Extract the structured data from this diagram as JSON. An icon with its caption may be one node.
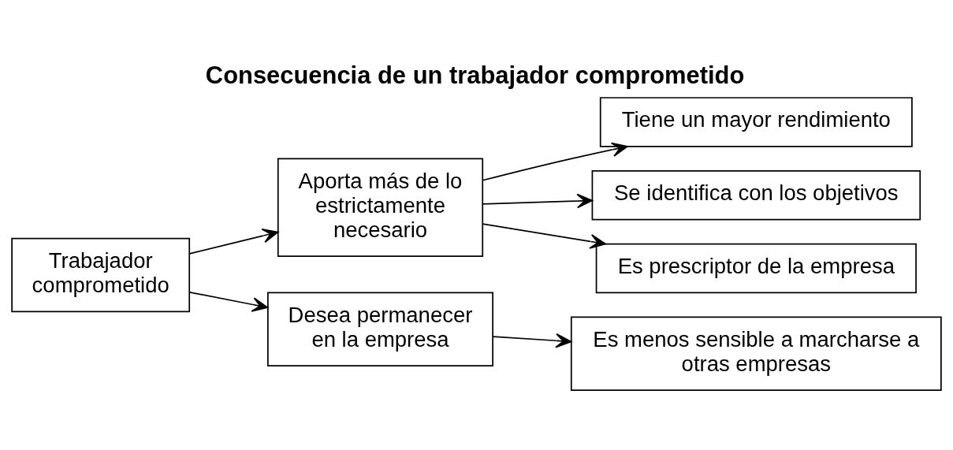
{
  "diagram": {
    "title": "Consecuencia de un trabajador comprometido",
    "nodes": [
      {
        "text": [
          "Trabajador comprometido"
        ]
      },
      {
        "text": [
          "Aporta más de lo estrictamente necesario"
        ]
      },
      {
        "text": [
          "Tiene un mayor rendimiento"
        ]
      },
      {
        "text": [
          "Se identifica con los objetivos"
        ]
      },
      {
        "text": [
          "Es prescriptor de la empresa"
        ]
      },
      {
        "text": [
          "Desea permanecer en la empresa"
        ]
      },
      {
        "text": [
          "Es menos sensible a marcharse a otras empresas"
        ]
      }
    ],
    "edges": [
      {
        "from": 0,
        "to": 1,
        "arrow": "to"
      },
      {
        "from": 1,
        "to": 2,
        "arrow": "to"
      },
      {
        "from": 1,
        "to": 3,
        "arrow": "to"
      },
      {
        "from": 1,
        "to": 4,
        "arrow": "to"
      },
      {
        "from": 0,
        "to": 5,
        "arrow": "to"
      },
      {
        "from": 5,
        "to": 6,
        "arrow": "to"
      }
    ]
  }
}
